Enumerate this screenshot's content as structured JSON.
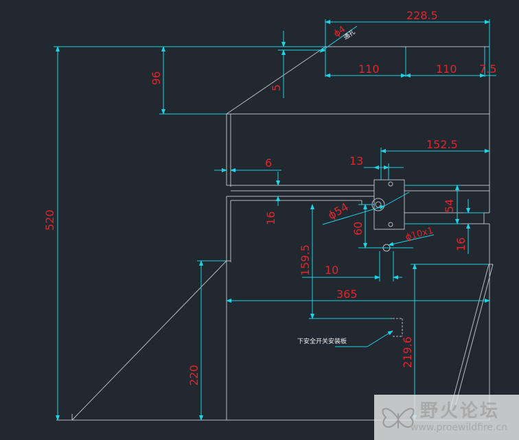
{
  "dimensions": {
    "d_228_5": "228.5",
    "d_phi4": "ϕ4",
    "d_note_hole": "通孔",
    "d_110_a": "110",
    "d_110_b": "110",
    "d_7_5": "7.5",
    "d_96": "96",
    "d_5": "5",
    "d_152_5": "152.5",
    "d_13": "13",
    "d_6": "6",
    "d_16_left": "16",
    "d_phi54": "ϕ54",
    "d_54": "54",
    "d_60": "60",
    "d_phi10x1": "ϕ10x1",
    "d_16_right": "16",
    "d_520": "520",
    "d_159_5": "159.5",
    "d_10": "10",
    "d_365": "365",
    "d_219_6": "219.6",
    "d_220": "220"
  },
  "annotation": {
    "switch_plate": "下安全开关安装板"
  },
  "watermark": {
    "cn": "野火论坛",
    "url": "www.proewildfire.cn"
  },
  "colors": {
    "background": "#212830",
    "geometry": "#b9bdc2",
    "dimension_lines": "#1fd3e6",
    "dimension_text": "#e0262b"
  }
}
